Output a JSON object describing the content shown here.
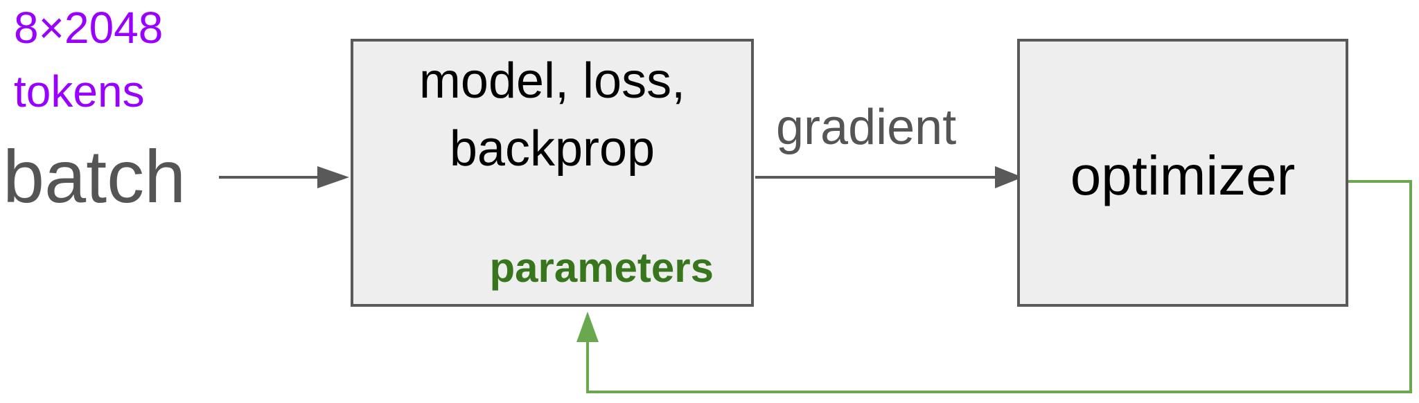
{
  "input": {
    "size_line1": "8×2048",
    "size_line2": "tokens",
    "label": "batch"
  },
  "model_box": {
    "line1": "model, loss,",
    "line2": "backprop",
    "parameters_label": "parameters"
  },
  "edge_label": "gradient",
  "optimizer_box": {
    "label": "optimizer"
  },
  "colors": {
    "purple_text": "#9900ff",
    "dark_text": "#555555",
    "box_fill": "#eeeeee",
    "box_stroke": "#595959",
    "arrow_gray": "#595959",
    "green_text": "#38761d",
    "green_line": "#6aa84f"
  }
}
